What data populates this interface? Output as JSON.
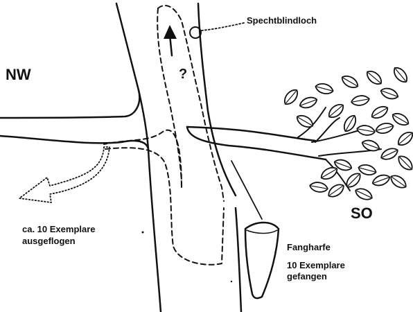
{
  "labels": {
    "nw": "NW",
    "so": "SO",
    "spechtblindloch": "Spechtblindloch",
    "question": "?",
    "flown_line1": "ca. 10 Exemplare",
    "flown_line2": "ausgeflogen",
    "fangharfe": "Fangharfe",
    "caught_line1": "10 Exemplare",
    "caught_line2": "gefangen"
  },
  "colors": {
    "ink": "#111111",
    "leaf_fill": "#ffffff",
    "background": "#ffffff"
  },
  "icons": {
    "leaf": "leaf-icon",
    "hole": "hole-icon",
    "trap": "harp-trap-icon",
    "arrow_up": "arrow-up-icon",
    "arrow_out": "dotted-arrow-icon"
  }
}
